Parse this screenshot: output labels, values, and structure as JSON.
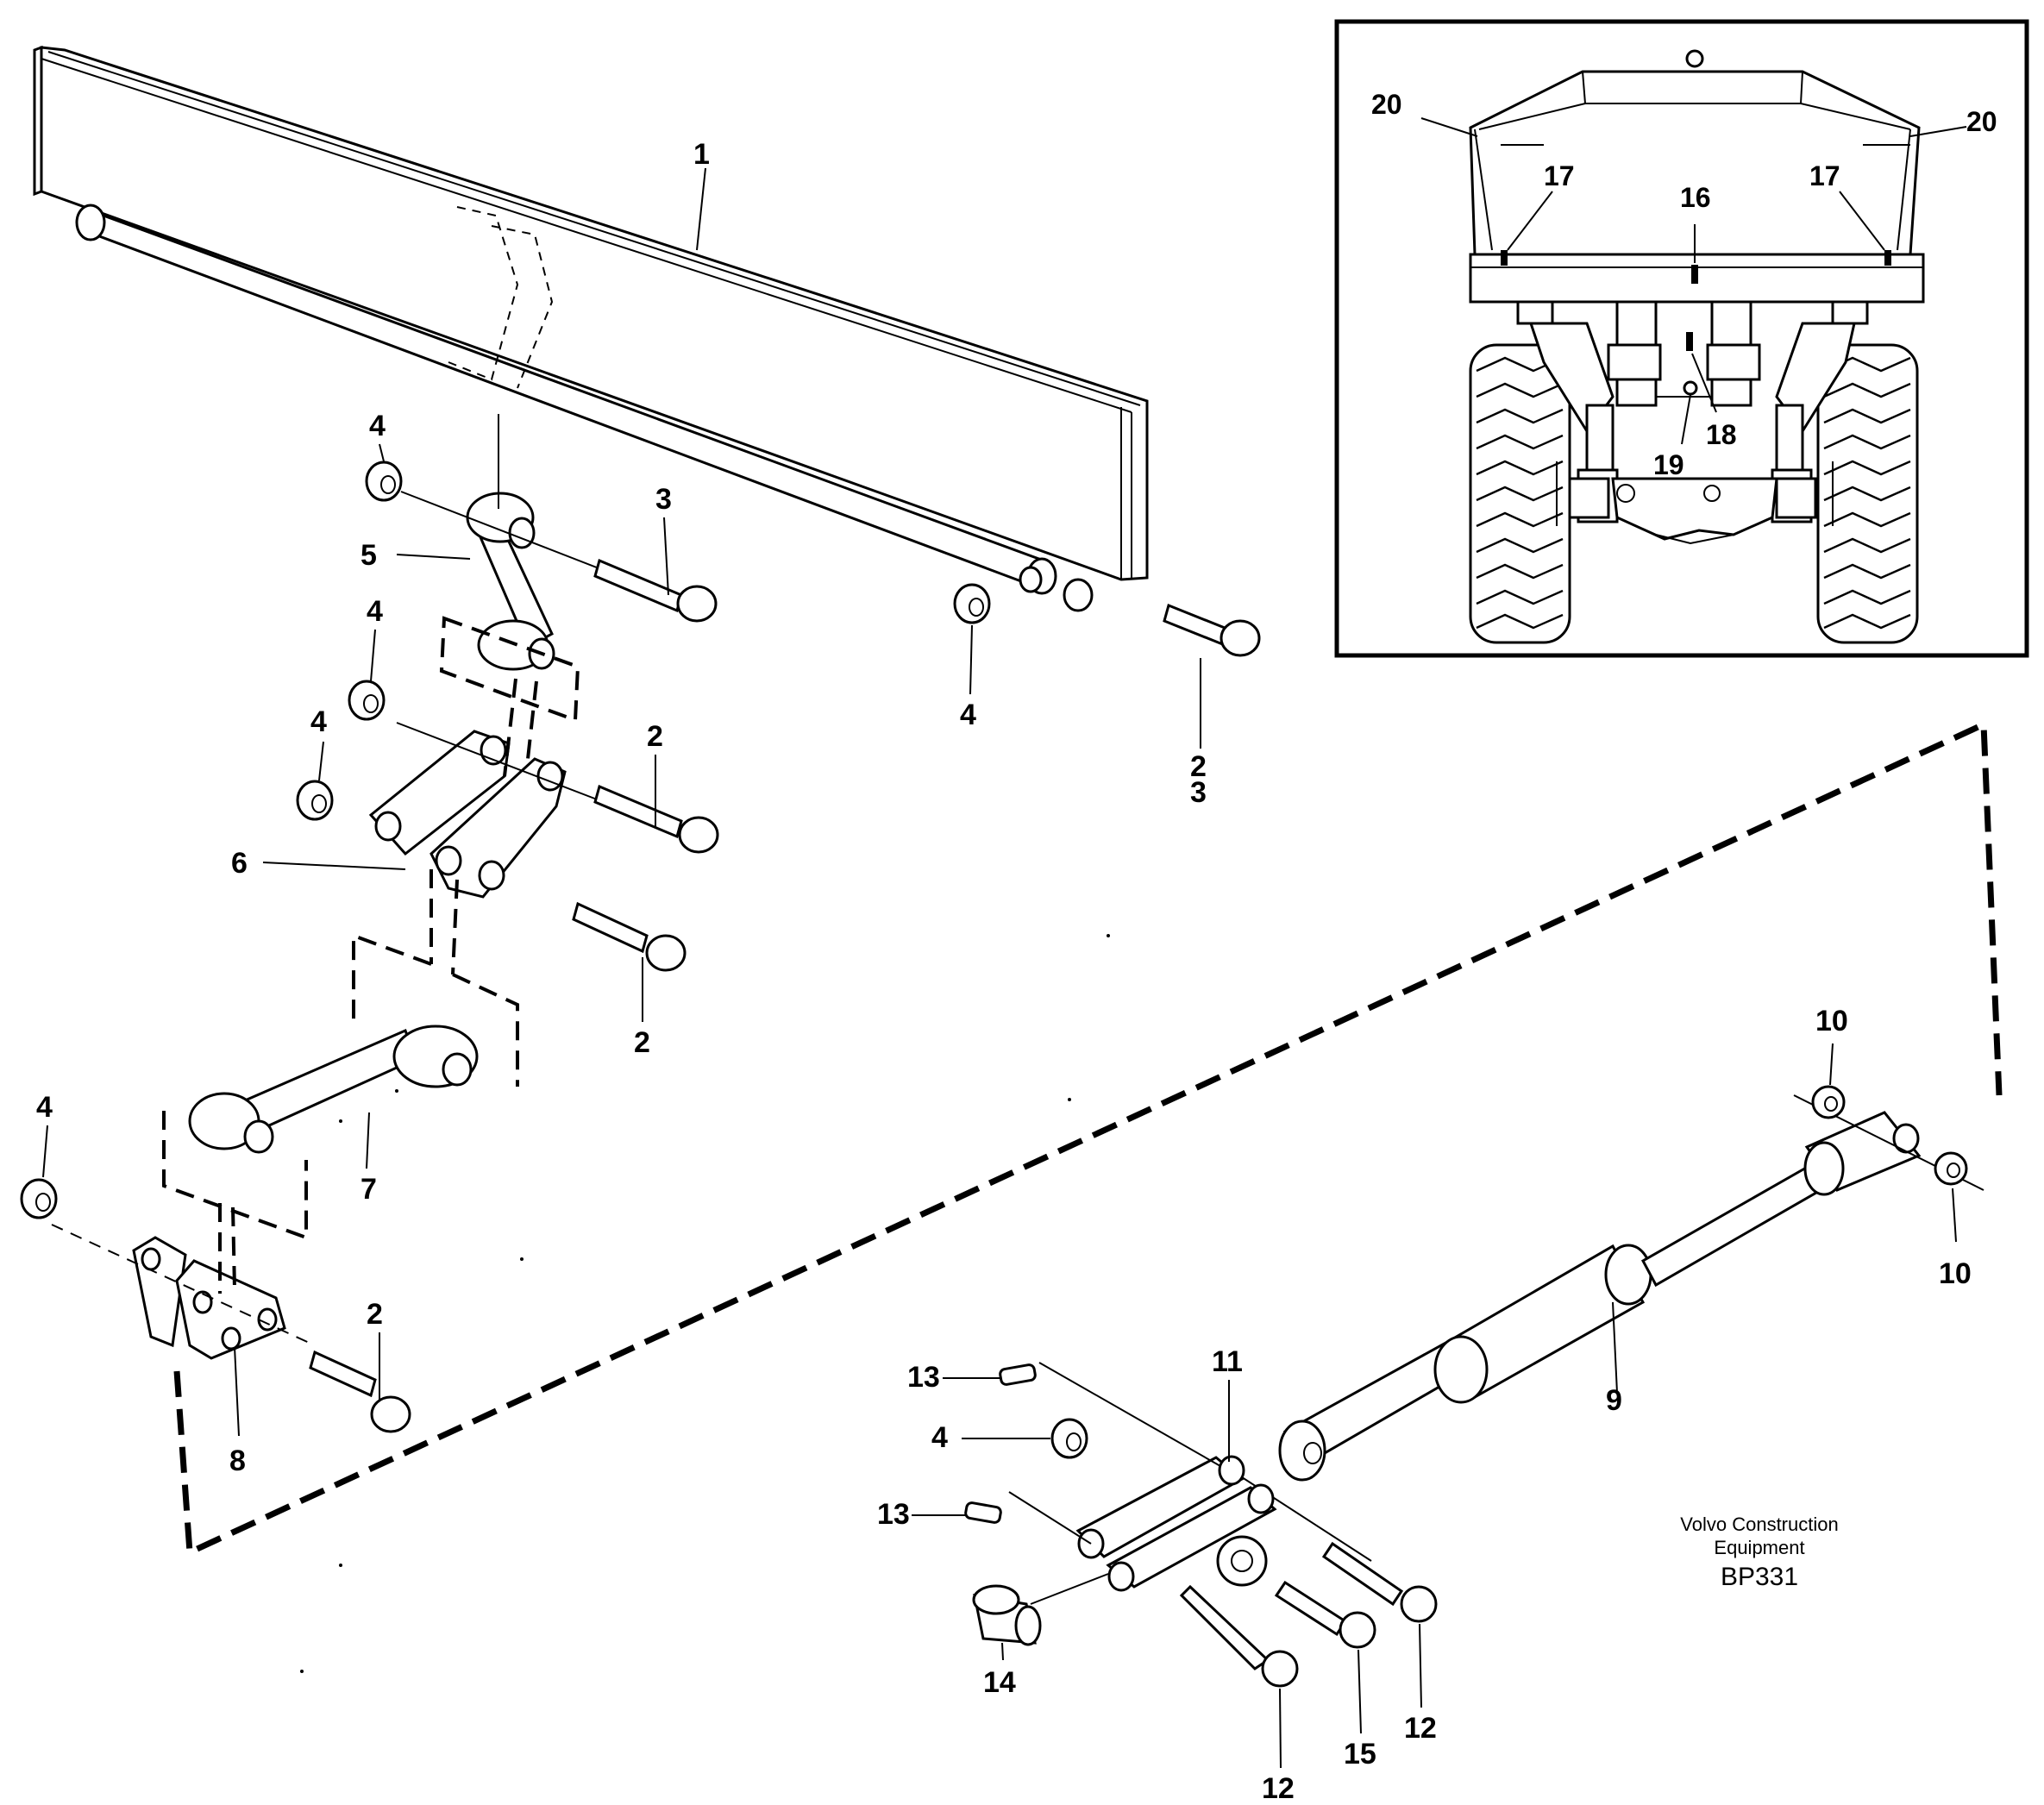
{
  "brand": {
    "line1": "Volvo Construction",
    "line2": "Equipment",
    "code": "BP331"
  },
  "callouts": {
    "c1": "1",
    "c2a": "2",
    "c2b": "2",
    "c2c": "2",
    "c2d": "2",
    "c3a": "3",
    "c3b": "3",
    "c4a": "4",
    "c4b": "4",
    "c4c": "4",
    "c4d": "4",
    "c4e": "4",
    "c4f": "4",
    "c5": "5",
    "c6": "6",
    "c7": "7",
    "c8": "8",
    "c9": "9",
    "c10a": "10",
    "c10b": "10",
    "c11": "11",
    "c12a": "12",
    "c12b": "12",
    "c13a": "13",
    "c13b": "13",
    "c14": "14",
    "c15": "15"
  },
  "inset_callouts": {
    "i16": "16",
    "i17a": "17",
    "i17b": "17",
    "i18": "18",
    "i19": "19",
    "i20a": "20",
    "i20b": "20"
  }
}
